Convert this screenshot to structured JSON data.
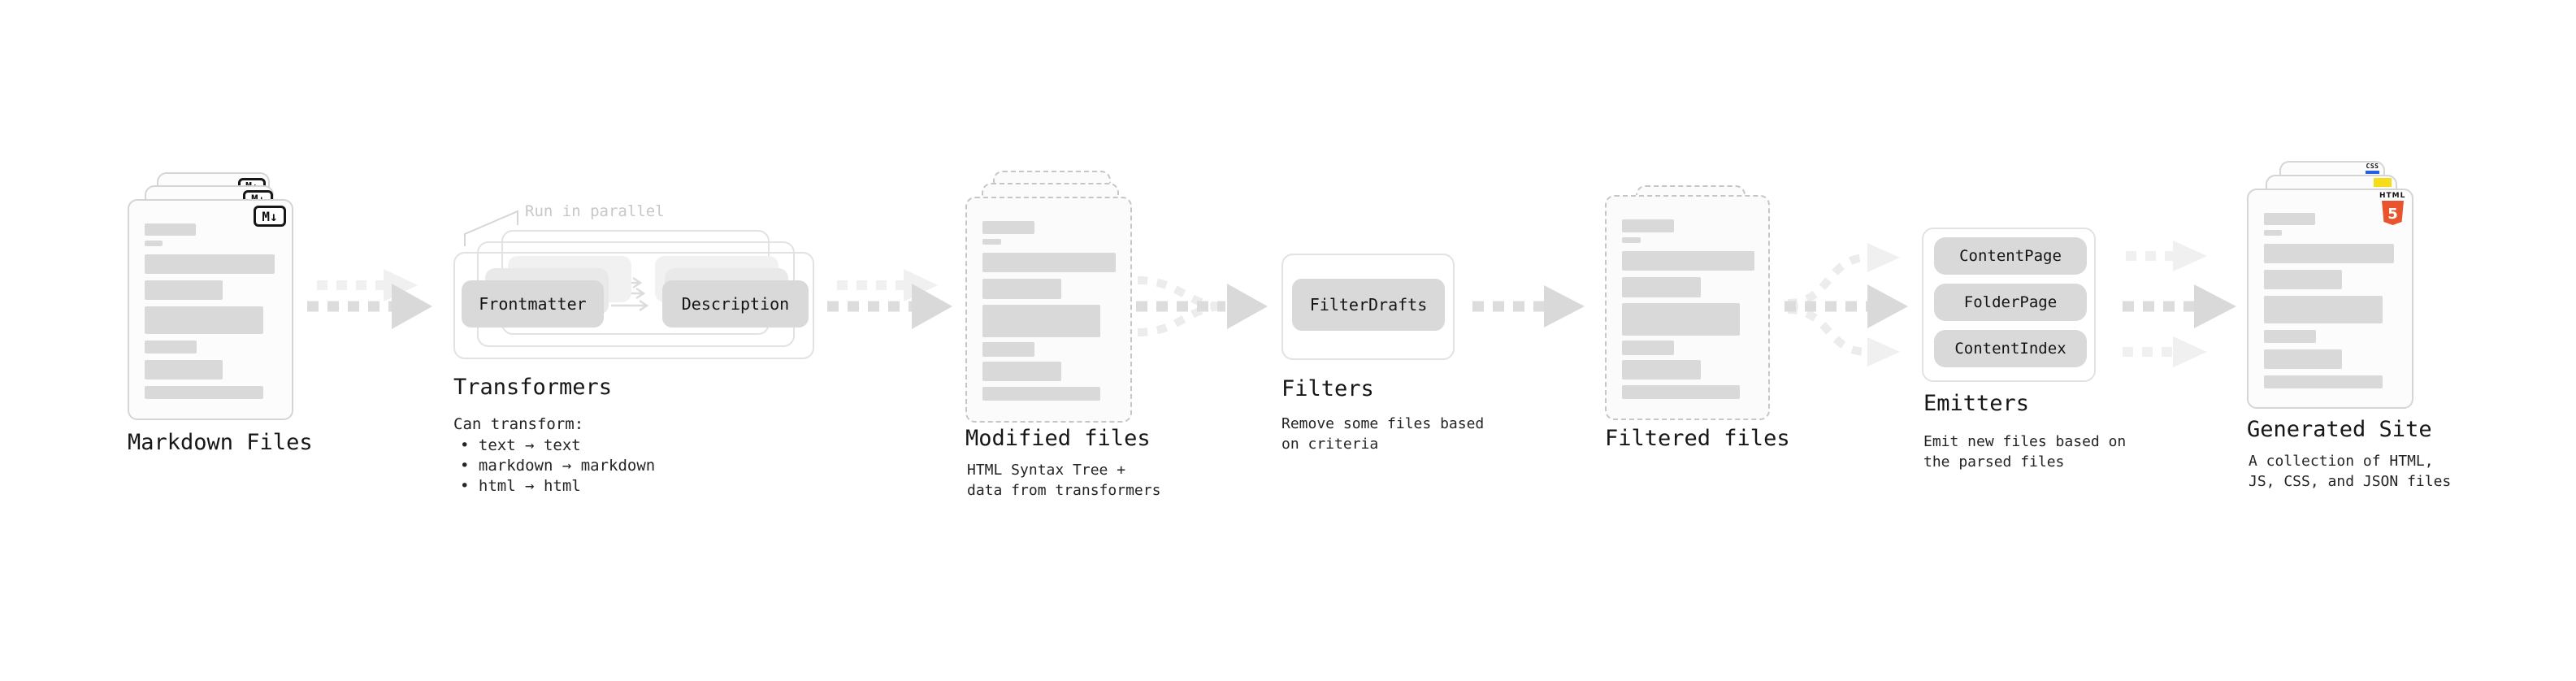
{
  "stages": {
    "markdown_files": {
      "label": "Markdown Files",
      "file_badge": "M↓"
    },
    "transformers": {
      "label": "Transformers",
      "annotation": "Run in parallel",
      "node_left": "Frontmatter",
      "node_right": "Description",
      "note_title": "Can transform:",
      "bullets": [
        "• text → text",
        "• markdown → markdown",
        "• html → html"
      ]
    },
    "modified_files": {
      "label": "Modified files",
      "note": [
        "HTML Syntax Tree +",
        "data from transformers"
      ]
    },
    "filters": {
      "label": "Filters",
      "node": "FilterDrafts",
      "note": [
        "Remove some files based",
        "on criteria"
      ]
    },
    "filtered_files": {
      "label": "Filtered files"
    },
    "emitters": {
      "label": "Emitters",
      "nodes": [
        "ContentPage",
        "FolderPage",
        "ContentIndex"
      ],
      "note": [
        "Emit new files based on",
        "the parsed files"
      ]
    },
    "generated_site": {
      "label": "Generated Site",
      "note": [
        "A collection of HTML,",
        "JS, CSS, and JSON files"
      ],
      "badges": {
        "css": "CSS",
        "html_label": "HTML",
        "html_number": "5"
      }
    }
  },
  "colors": {
    "arrow": "#dcdcdc",
    "arrow_light": "#f0f0f0",
    "node_fill": "#d9d9d9",
    "skeleton": "#d9d9d9",
    "card_border": "#d5d5d5",
    "dashed_border": "#c6c6c6",
    "html5_orange": "#e8542e",
    "js_yellow": "#f5de19",
    "css_blue": "#2760e6"
  }
}
